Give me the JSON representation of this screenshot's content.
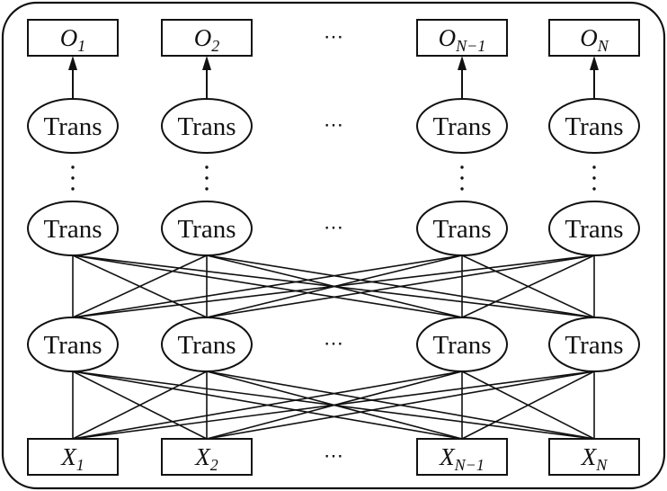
{
  "outputs": [
    {
      "base": "O",
      "sub": "1"
    },
    {
      "base": "O",
      "sub": "2"
    },
    {
      "base": "O",
      "sub": "N−1"
    },
    {
      "base": "O",
      "sub": "N"
    }
  ],
  "inputs": [
    {
      "base": "X",
      "sub": "1"
    },
    {
      "base": "X",
      "sub": "2"
    },
    {
      "base": "X",
      "sub": "N−1"
    },
    {
      "base": "X",
      "sub": "N"
    }
  ],
  "node_label": "Trans",
  "horizontal_ellipsis": "⋯",
  "columns": 4,
  "trans_rows": 3
}
